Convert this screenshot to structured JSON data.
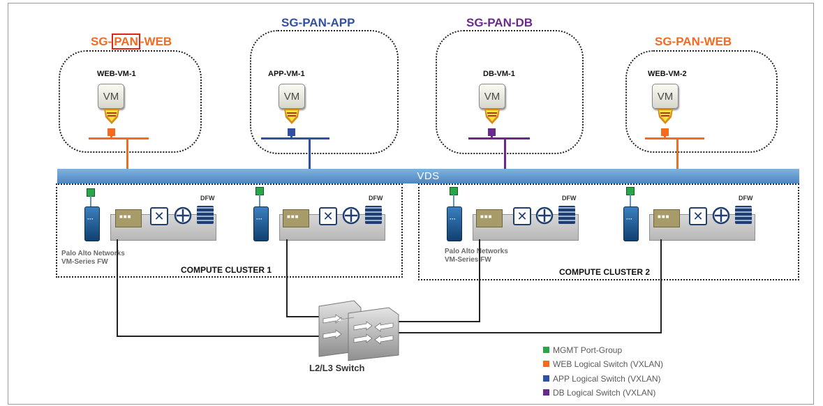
{
  "colors": {
    "web": "#f26b21",
    "app": "#3150a4",
    "db": "#6a2a8c",
    "mgmt": "#2aa64a",
    "vds": "#5b93cf"
  },
  "security_groups": [
    {
      "title_pre": "SG-",
      "title_boxed": "PAN",
      "title_post": "-WEB",
      "vm": "WEB-VM-1",
      "vm_icon_text": "VM"
    },
    {
      "title": "SG-PAN-APP",
      "vm": "APP-VM-1",
      "vm_icon_text": "VM"
    },
    {
      "title": "SG-PAN-DB",
      "vm": "DB-VM-1",
      "vm_icon_text": "VM"
    },
    {
      "title": "SG-PAN-WEB",
      "vm": "WEB-VM-2",
      "vm_icon_text": "VM"
    }
  ],
  "vds_label": "VDS",
  "hosts": [
    {
      "dfw": "DFW",
      "fw_device_text": "···"
    },
    {
      "dfw": "DFW",
      "fw_device_text": "···"
    },
    {
      "dfw": "DFW",
      "fw_device_text": "···"
    },
    {
      "dfw": "DFW",
      "fw_device_text": "···"
    }
  ],
  "clusters": [
    {
      "label": "COMPUTE CLUSTER 1",
      "fw_line1": "Palo Alto Networks",
      "fw_line2": "VM-Series FW"
    },
    {
      "label": "COMPUTE CLUSTER 2",
      "fw_line1": "Palo Alto Networks",
      "fw_line2": "VM-Series FW"
    }
  ],
  "switch_label": "L2/L3 Switch",
  "legend": [
    {
      "label": "MGMT Port-Group",
      "color": "#2aa64a"
    },
    {
      "label": "WEB Logical Switch (VXLAN)",
      "color": "#f26b21"
    },
    {
      "label": "APP Logical Switch (VXLAN)",
      "color": "#3150a4"
    },
    {
      "label": "DB Logical Switch (VXLAN)",
      "color": "#6a2a8c"
    }
  ]
}
